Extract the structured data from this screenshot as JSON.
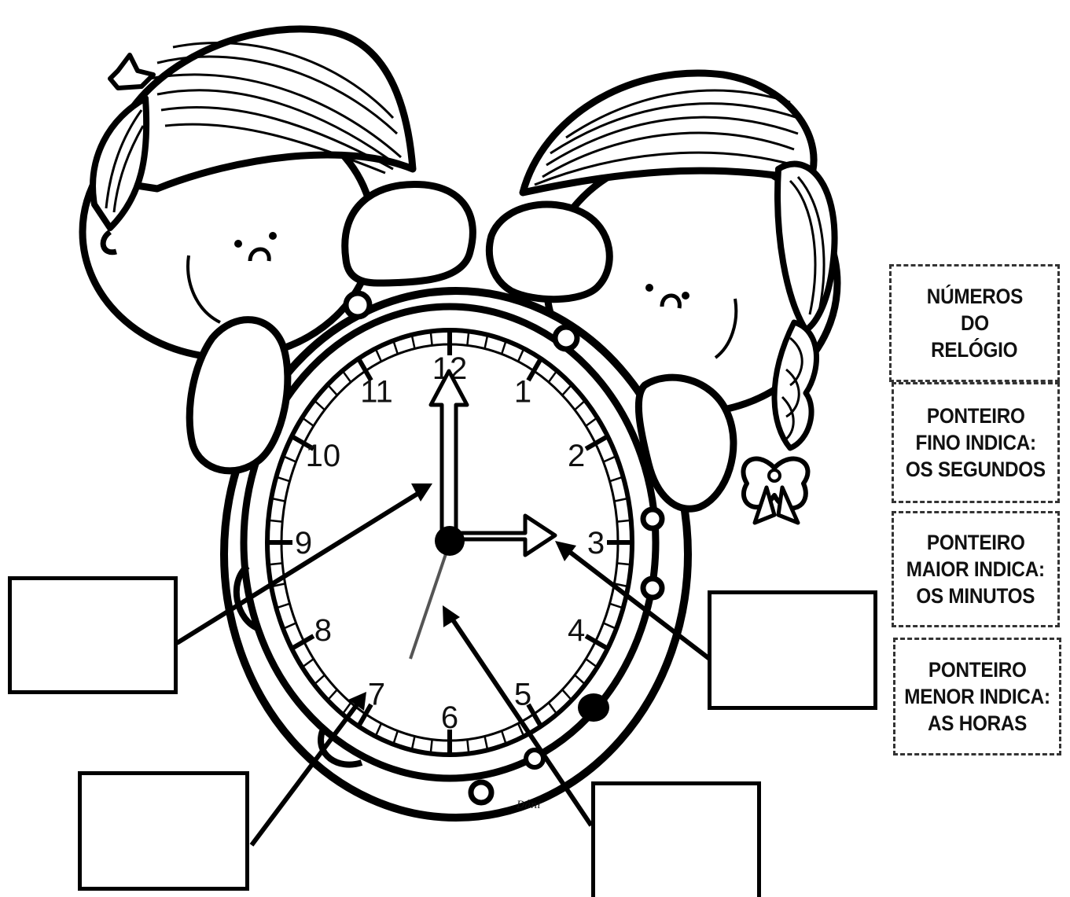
{
  "clock": {
    "numbers": [
      "12",
      "1",
      "2",
      "3",
      "4",
      "5",
      "6",
      "7",
      "8",
      "9",
      "10",
      "11"
    ],
    "hour_hand_points_to": "3",
    "minute_hand_points_to": "12",
    "second_hand_points_to": "7"
  },
  "label_cards": [
    {
      "lines": [
        "NÚMEROS",
        "DO",
        "RELÓGIO"
      ]
    },
    {
      "lines": [
        "PONTEIRO",
        "FINO INDICA:",
        "OS SEGUNDOS"
      ]
    },
    {
      "lines": [
        "PONTEIRO",
        "MAIOR INDICA:",
        "OS MINUTOS"
      ]
    },
    {
      "lines": [
        "PONTEIRO",
        "MENOR INDICA:",
        "AS HORAS"
      ]
    }
  ],
  "answer_boxes": [
    "minute-hand-box",
    "hour-hand-box",
    "number-box",
    "second-hand-box"
  ],
  "signature": "Dâni",
  "colors": {
    "ink": "#000000",
    "paper": "#ffffff"
  }
}
